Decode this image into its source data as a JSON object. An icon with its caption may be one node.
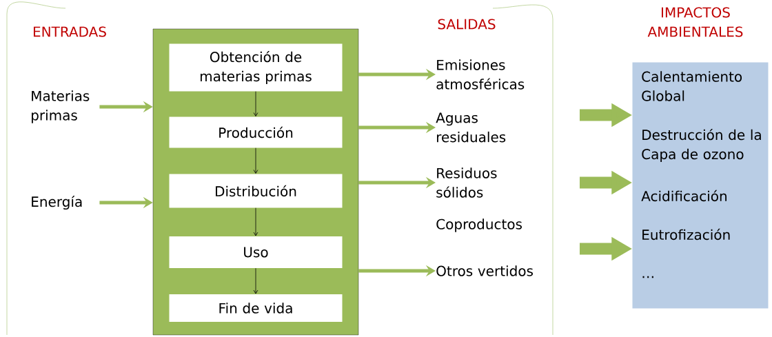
{
  "diagram": {
    "nodes": [
      {
        "text": [],
        "shape": "box"
      },
      {
        "text": [
          "Obtención de materias primas"
        ],
        "in": 0
      },
      {
        "text": [
          "Producción"
        ],
        "in": 0
      },
      {
        "text": [
          "Distribución"
        ],
        "in": 0
      },
      {
        "text": [
          "Uso"
        ],
        "in": 0
      },
      {
        "text": [
          "Fin de vida"
        ],
        "in": 0
      },
      {
        "text": [
          "Materias primas"
        ]
      },
      {
        "text": [
          "Energía"
        ]
      },
      {
        "text": [
          "Emisiones atmosféricas"
        ]
      },
      {
        "text": [
          "Aguas residuales"
        ]
      },
      {
        "text": [
          "Residuos sólidos"
        ]
      },
      {
        "text": [
          "Otros vertidos"
        ]
      },
      {
        "text": [
          "Calentamiento Global",
          "Destrucción de la Capa de ozono",
          "Acidificación",
          "Eutrofización",
          "…"
        ]
      }
    ],
    "edges": [
      {
        "from": 6,
        "to": 0,
        "arrow": "to",
        "color": "#9bbb59"
      },
      {
        "from": 7,
        "to": 0,
        "arrow": "to",
        "color": "#9bbb59"
      },
      {
        "from": 1,
        "to": 2,
        "arrow": "to",
        "color": "#000000"
      },
      {
        "from": 2,
        "to": 3,
        "arrow": "to",
        "color": "#000000"
      },
      {
        "from": 3,
        "to": 4,
        "arrow": "to",
        "color": "#000000"
      },
      {
        "from": 4,
        "to": 5,
        "arrow": "to",
        "color": "#000000"
      },
      {
        "from": 0,
        "to": 8,
        "arrow": "to",
        "color": "#9bbb59"
      },
      {
        "from": 0,
        "to": 9,
        "arrow": "to",
        "color": "#9bbb59"
      },
      {
        "from": 0,
        "to": 10,
        "arrow": "to",
        "color": "#9bbb59"
      },
      {
        "from": 0,
        "to": 11,
        "arrow": "to",
        "color": "#9bbb59"
      },
      {
        "from": null,
        "to": 12,
        "arrow": "to",
        "style": "thick",
        "color": "#9bbb59"
      },
      {
        "from": null,
        "to": 12,
        "arrow": "to",
        "style": "thick",
        "color": "#9bbb59"
      },
      {
        "from": null,
        "to": 12,
        "arrow": "to",
        "style": "thick",
        "color": "#9bbb59"
      }
    ],
    "labels": [
      "ENTRADAS",
      "SALIDAS",
      "IMPACTOS AMBIENTALES",
      "Coproductos"
    ]
  }
}
